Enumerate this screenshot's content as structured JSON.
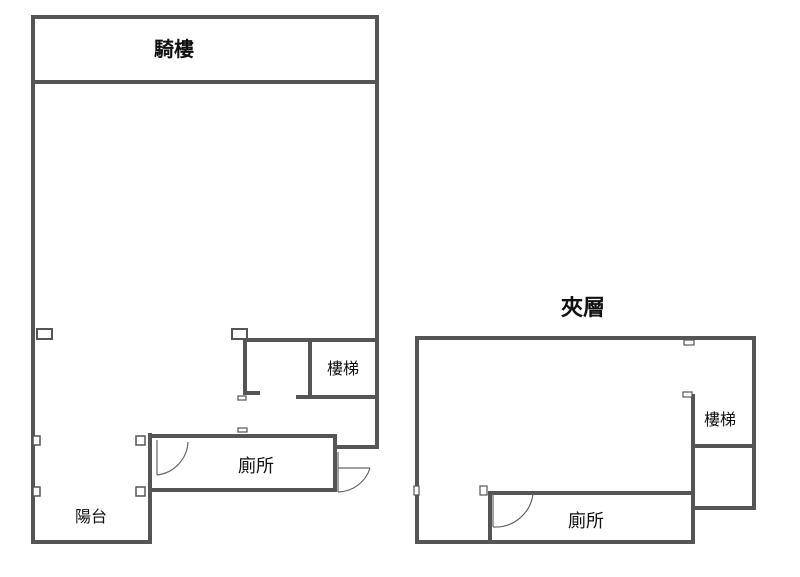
{
  "labels": {
    "arcade": "騎樓",
    "mezzanine": "夾層",
    "stairs_ground": "樓梯",
    "stairs_mezz": "樓梯",
    "toilet_ground": "廁所",
    "toilet_mezz": "廁所",
    "balcony": "陽台"
  },
  "colors": {
    "wall": "#555555",
    "fixture": "#666666",
    "text": "#111111",
    "background": "#ffffff"
  }
}
